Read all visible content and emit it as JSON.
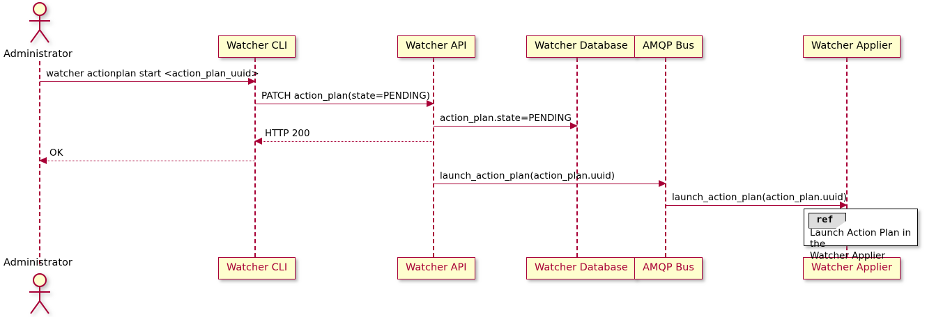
{
  "diagram": {
    "type": "uml-sequence-diagram",
    "colors": {
      "participant_fill": "#FEFECE",
      "participant_border": "#A80036",
      "arrow": "#A80036",
      "lifeline": "#A80036",
      "ref_tab_fill": "#DDDDDD",
      "ref_border": "#000000",
      "background": "#FFFFFF"
    }
  },
  "actor": {
    "name": "actor-administrator",
    "label": "Administrator"
  },
  "participants": [
    {
      "id": "cli",
      "label": "Watcher CLI"
    },
    {
      "id": "api",
      "label": "Watcher API"
    },
    {
      "id": "database",
      "label": "Watcher Database"
    },
    {
      "id": "amqp",
      "label": "AMQP Bus"
    },
    {
      "id": "applier",
      "label": "Watcher Applier"
    }
  ],
  "messages": [
    {
      "id": 1,
      "from": "Administrator",
      "to": "Watcher CLI",
      "label": "watcher actionplan start <action_plan_uuid>",
      "style": "solid",
      "direction": "right"
    },
    {
      "id": 2,
      "from": "Watcher CLI",
      "to": "Watcher API",
      "label": "PATCH action_plan(state=PENDING)",
      "style": "solid",
      "direction": "right"
    },
    {
      "id": 3,
      "from": "Watcher API",
      "to": "Watcher Database",
      "label": "action_plan.state=PENDING",
      "style": "solid",
      "direction": "right"
    },
    {
      "id": 4,
      "from": "Watcher API",
      "to": "Watcher CLI",
      "label": "HTTP 200",
      "style": "dotted",
      "direction": "left"
    },
    {
      "id": 5,
      "from": "Watcher CLI",
      "to": "Administrator",
      "label": "OK",
      "style": "dotted",
      "direction": "left"
    },
    {
      "id": 6,
      "from": "Watcher API",
      "to": "AMQP Bus",
      "label": "launch_action_plan(action_plan.uuid)",
      "style": "solid",
      "direction": "right"
    },
    {
      "id": 7,
      "from": "AMQP Bus",
      "to": "Watcher Applier",
      "label": "launch_action_plan(action_plan.uuid)",
      "style": "solid",
      "direction": "right"
    }
  ],
  "ref_fragment": {
    "tab_label": "ref",
    "body_line_1": "Launch Action Plan in the",
    "body_line_2": "Watcher Applier",
    "over": "Watcher Applier"
  }
}
